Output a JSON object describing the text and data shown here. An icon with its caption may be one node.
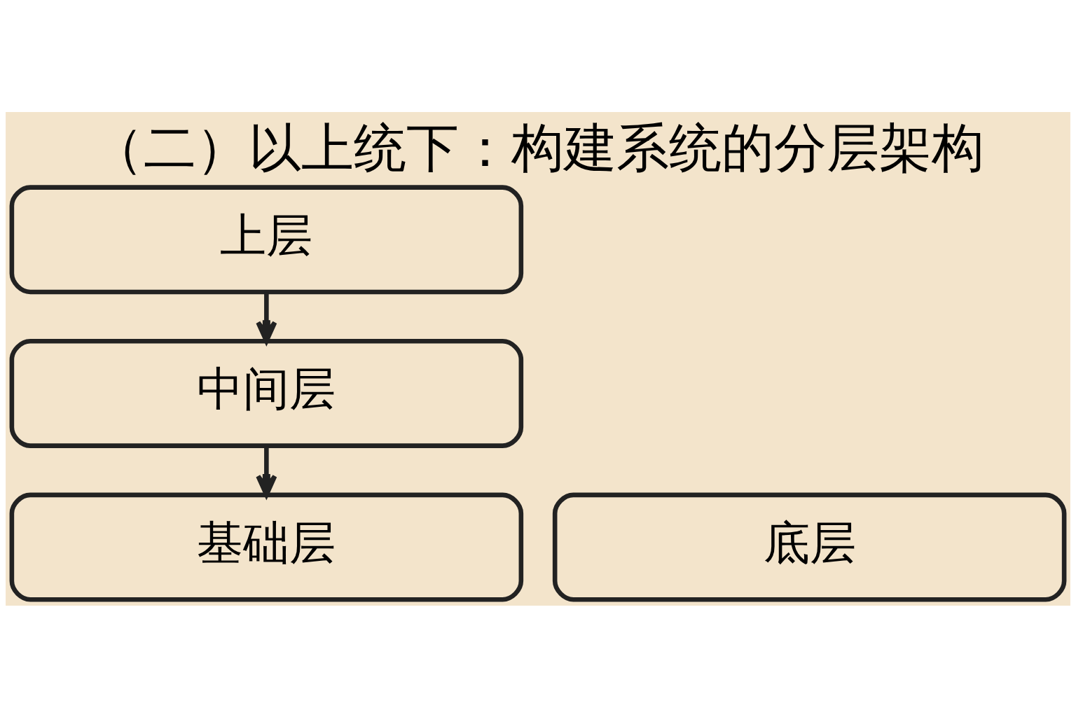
{
  "diagram": {
    "title": "（二）以上统下：构建系统的分层架构",
    "nodes": [
      {
        "text": [
          "上层"
        ]
      },
      {
        "text": [
          "中间层"
        ]
      },
      {
        "text": [
          "基础层"
        ]
      },
      {
        "text": [
          "底层"
        ]
      }
    ],
    "edges": [
      {
        "from": 0,
        "to": 1,
        "arrow": "to"
      },
      {
        "from": 1,
        "to": 2,
        "arrow": "to"
      }
    ]
  }
}
